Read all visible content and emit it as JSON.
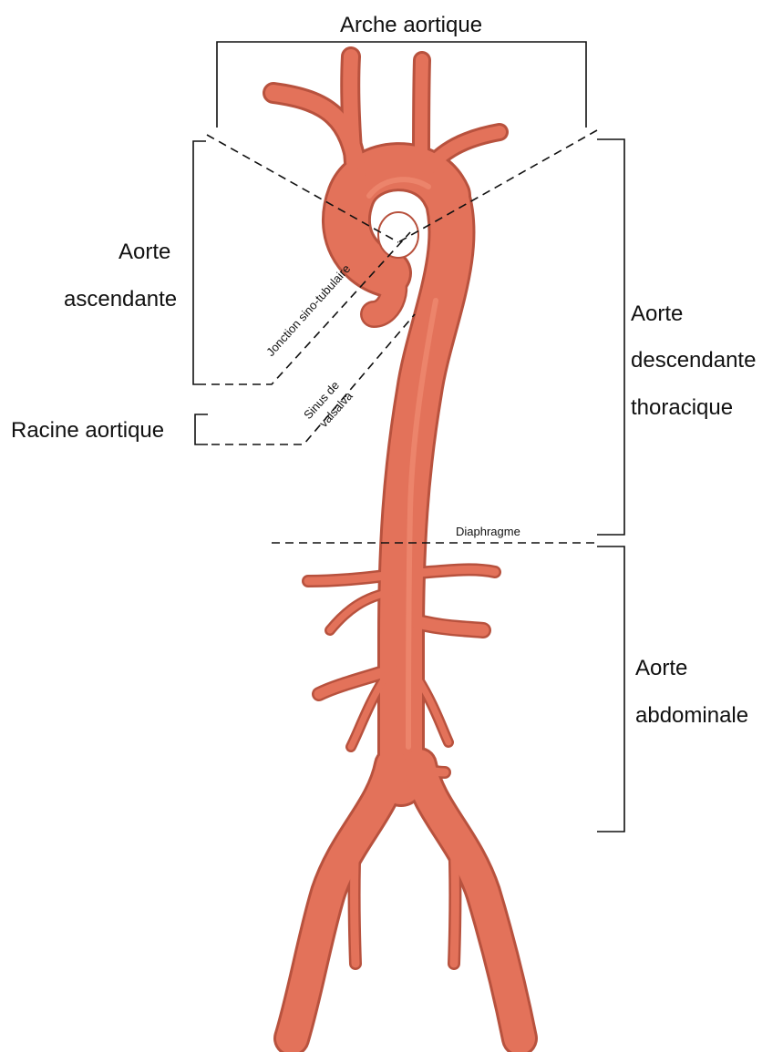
{
  "colors": {
    "vessel_fill": "#e3725a",
    "vessel_outline": "#b8523e",
    "vessel_highlight": "#f08b72",
    "line": "#111111",
    "background": "#ffffff"
  },
  "labels": {
    "aortic_arch": "Arche aortique",
    "ascending_1": "Aorte",
    "ascending_2": "ascendante",
    "aortic_root": "Racine aortique",
    "descending_1": "Aorte",
    "descending_2": "descendante",
    "descending_3": "thoracique",
    "abdominal_1": "Aorte",
    "abdominal_2": "abdominale",
    "sinotubular": "Jonction sino-tubulaire",
    "sinus_1": "Sinus de",
    "sinus_2": "valsalva",
    "diaphragm": "Diaphragme"
  }
}
